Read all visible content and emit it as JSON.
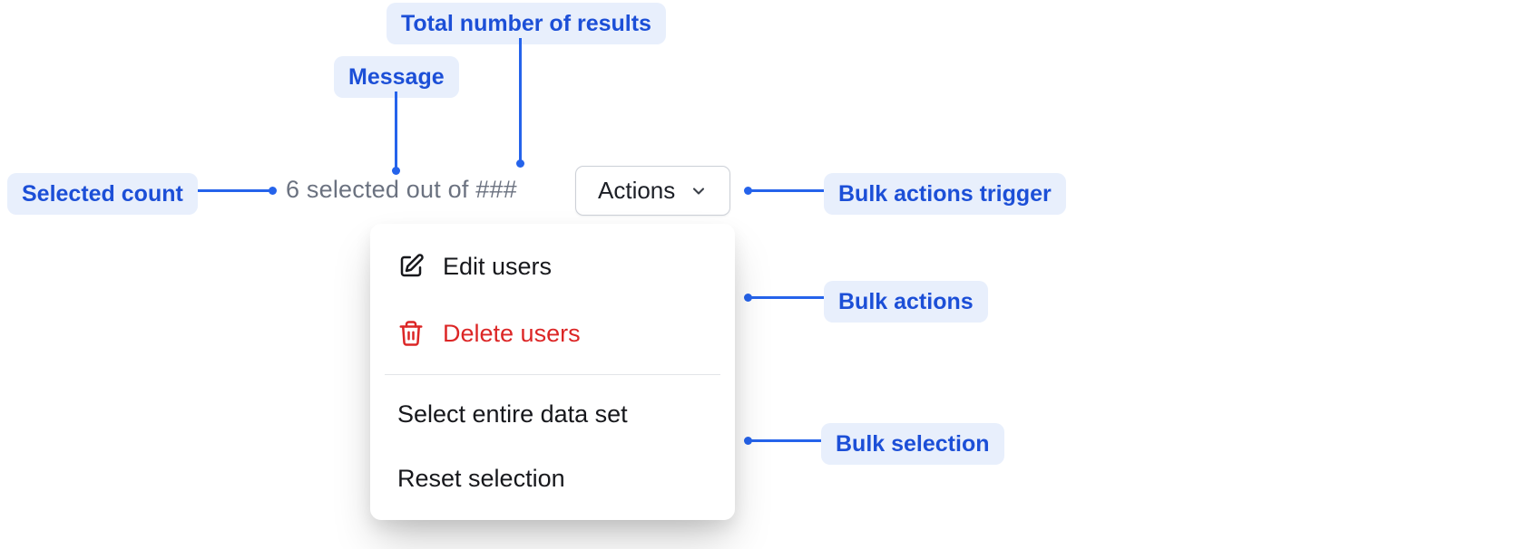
{
  "annotations": {
    "total_results": "Total number of results",
    "message": "Message",
    "selected_count": "Selected count",
    "bulk_actions_trigger": "Bulk actions trigger",
    "bulk_actions": "Bulk actions",
    "bulk_selection": "Bulk selection"
  },
  "component": {
    "selection_message": "6 selected out of ###",
    "trigger_label": "Actions",
    "menu_items": {
      "edit": "Edit users",
      "delete": "Delete users",
      "select_all": "Select entire data set",
      "reset": "Reset selection"
    }
  },
  "icons": {
    "trigger": "chevron-down",
    "edit": "pencil-square",
    "delete": "trash"
  },
  "colors": {
    "annotation_text": "#1c4fd7",
    "annotation_bg": "#e8effc",
    "connector": "#2563eb",
    "message_text": "#6b7280",
    "menu_text": "#17181c",
    "danger": "#dc2626"
  }
}
